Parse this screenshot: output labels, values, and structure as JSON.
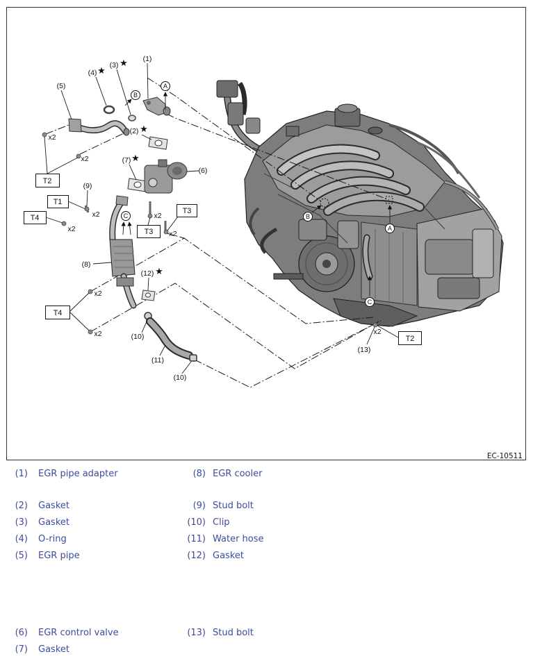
{
  "document": {
    "figure_id": "EC-10511"
  },
  "diagram": {
    "callouts": [
      "(1)",
      "(2)",
      "(3)",
      "(4)",
      "(5)",
      "(6)",
      "(7)",
      "(8)",
      "(9)",
      "(10)",
      "(11)",
      "(12)",
      "(13)"
    ],
    "star": "★",
    "markers": {
      "a": "A",
      "b": "B",
      "c": "C"
    },
    "torque": {
      "t1": "T1",
      "t2": "T2",
      "t3": "T3",
      "t4": "T4"
    },
    "quantity": "x2"
  },
  "legend": {
    "left_column": [
      {
        "num": "(1)",
        "label": "EGR pipe adapter"
      },
      {
        "num": "(2)",
        "label": "Gasket"
      },
      {
        "num": "(3)",
        "label": "Gasket"
      },
      {
        "num": "(4)",
        "label": "O-ring"
      },
      {
        "num": "(5)",
        "label": "EGR pipe"
      },
      {
        "num": "(6)",
        "label": "EGR control valve"
      },
      {
        "num": "(7)",
        "label": "Gasket"
      }
    ],
    "right_column": [
      {
        "num": "(8)",
        "label": "EGR cooler"
      },
      {
        "num": "(9)",
        "label": "Stud bolt"
      },
      {
        "num": "(10)",
        "label": "Clip"
      },
      {
        "num": "(11)",
        "label": "Water hose"
      },
      {
        "num": "(12)",
        "label": "Gasket"
      },
      {
        "num": "(13)",
        "label": "Stud bolt"
      }
    ]
  },
  "colors": {
    "legend_text": "#3d4c9b",
    "line_art": "#1a1a1a",
    "part_fill": "#9a9a9a"
  }
}
